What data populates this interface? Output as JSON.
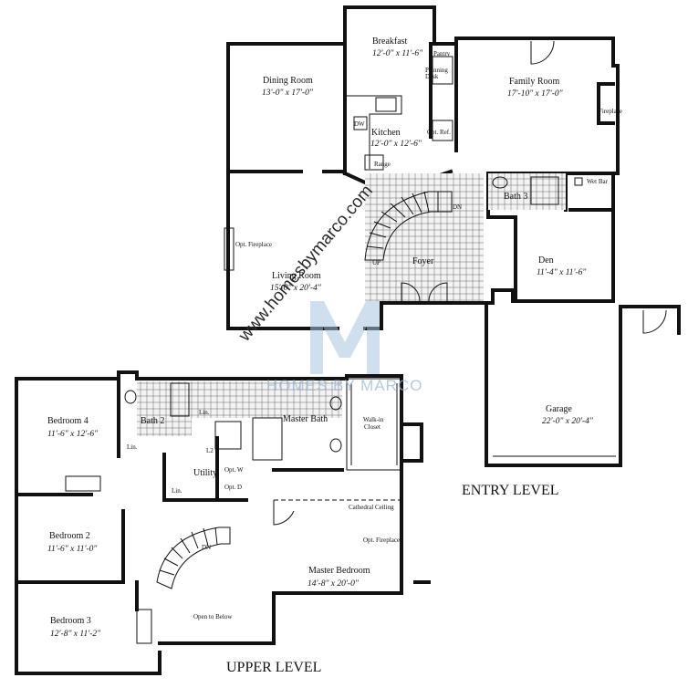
{
  "watermark": {
    "url": "www.homesbymarco.com",
    "brand": "HOMES BY MARCO",
    "logo_color": "#a9c4e0"
  },
  "levels": {
    "entry": "ENTRY LEVEL",
    "upper": "UPPER LEVEL"
  },
  "entry_rooms": {
    "breakfast": {
      "name": "Breakfast",
      "dims": "12'-0\" x 11'-6\""
    },
    "dining": {
      "name": "Dining Room",
      "dims": "13'-0\" x 17'-0\""
    },
    "family": {
      "name": "Family Room",
      "dims": "17'-10\" x 17'-0\""
    },
    "kitchen": {
      "name": "Kitchen",
      "dims": "12'-0\" x 12'-6\""
    },
    "living": {
      "name": "Living Room",
      "dims": "15'-0\" x 20'-4\""
    },
    "foyer": {
      "name": "Foyer"
    },
    "den": {
      "name": "Den",
      "dims": "11'-4\" x 11'-6\""
    },
    "garage": {
      "name": "Garage",
      "dims": "22'-0\" x 20'-4\""
    },
    "bath3": {
      "name": "Bath 3"
    }
  },
  "entry_labels": {
    "pantry": "Pantry",
    "planning_desk_1": "Planning",
    "planning_desk_2": "Desk",
    "dw": "DW",
    "opt_ref": "Opt. Ref.",
    "range": "Range",
    "fireplace": "Fireplace",
    "opt_fireplace": "Opt. Fireplace",
    "wet_bar": "Wet Bar",
    "dn": "DN",
    "up": "UP"
  },
  "upper_rooms": {
    "bedroom4": {
      "name": "Bedroom 4",
      "dims": "11'-6\" x 12'-6\""
    },
    "bath2": {
      "name": "Bath 2"
    },
    "master_bath": {
      "name": "Master Bath"
    },
    "walkin": {
      "name1": "Walk-in",
      "name2": "Closet"
    },
    "utility": {
      "name": "Utility"
    },
    "bedroom2": {
      "name": "Bedroom 2",
      "dims": "11'-6\" x 11'-0\""
    },
    "bedroom3": {
      "name": "Bedroom 3",
      "dims": "12'-8\" x 11'-2\""
    },
    "master_bedroom": {
      "name": "Master Bedroom",
      "dims": "14'-8\" x 20'-0\""
    },
    "open_below": {
      "name": "Open to Below"
    }
  },
  "upper_labels": {
    "lin1": "Lin.",
    "lin2": "Lin.",
    "lin3": "Lin.",
    "l2": "L2",
    "opt_w": "Opt. W",
    "opt_d": "Opt. D",
    "cathedral": "Cathedral Ceiling",
    "opt_fireplace": "Opt. Fireplace",
    "dn": "DN"
  }
}
